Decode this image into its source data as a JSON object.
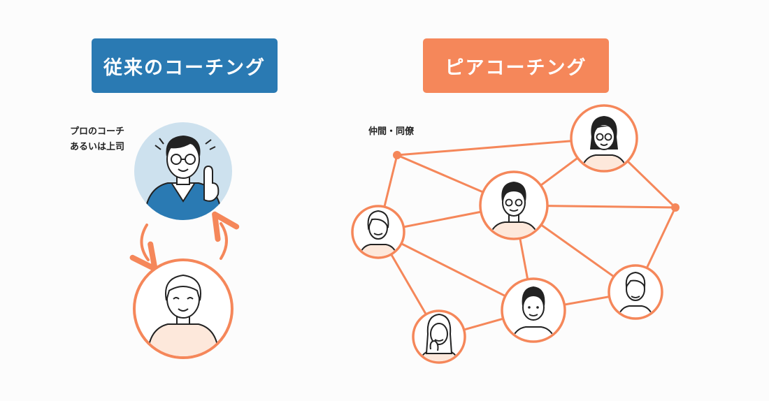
{
  "left_panel": {
    "title": "従来のコーチング",
    "coach_label_line1": "プロのコーチ",
    "coach_label_line2": "あるいは上司"
  },
  "right_panel": {
    "title": "ピアコーチング",
    "peer_label": "仲間・同僚"
  },
  "colors": {
    "traditional_blue": "#2a7ab3",
    "peer_orange": "#f5875a",
    "coach_circle": "#cde1ee",
    "skin": "#fde8db"
  },
  "icons": [
    "coach-avatar-icon",
    "coachee-avatar-icon",
    "cycle-arrow-icon",
    "peer-avatar-icon",
    "network-node-icon"
  ]
}
